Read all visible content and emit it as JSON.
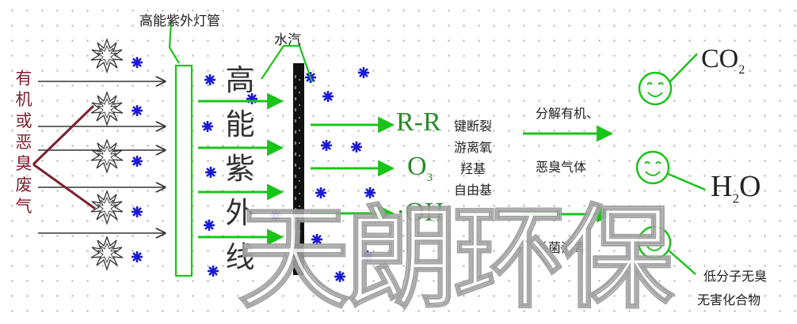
{
  "source_label": "有机或恶臭废气",
  "uv_tube_label": "高能紫外灯管",
  "vapor_label": "水汽",
  "uv_label": "高能紫外线",
  "chem": {
    "rr_label": "R-R",
    "o3_main": "O",
    "o3_sub": "3",
    "oh_label": "·OH"
  },
  "middle_text": {
    "line1": "键断裂",
    "line2": "游离氧",
    "line3": "羟基",
    "line4": "自由基"
  },
  "process_text": {
    "decompose_line1": "分解有机、",
    "decompose_line2": "恶臭气体",
    "sterilize": "杀菌消毒"
  },
  "products": {
    "co2_main": "CO",
    "co2_sub": "2",
    "h2o_h": "H",
    "h2o_sub": "2",
    "h2o_o": "O",
    "harmless_line1": "低分子无臭",
    "harmless_line2": "无害化合物"
  },
  "watermark": "天朗环保",
  "colors": {
    "green": "#19c419",
    "dark_red": "#7a2230",
    "blue": "#1a1ad6",
    "arrow_dark": "#333333"
  }
}
